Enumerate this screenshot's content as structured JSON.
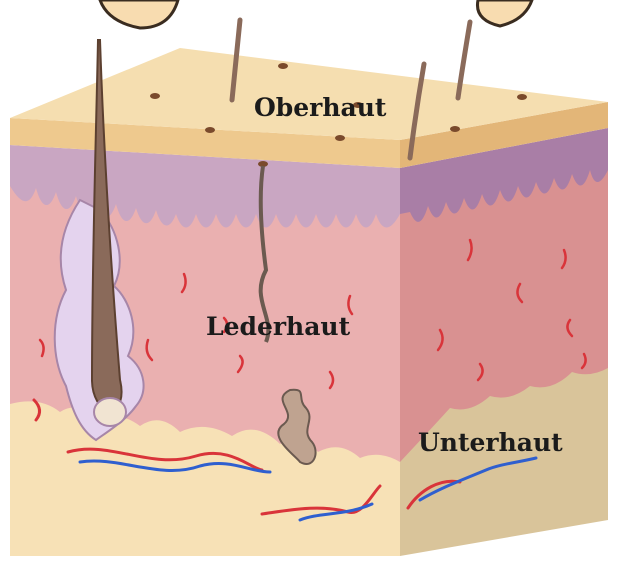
{
  "labels": {
    "epidermis": "Oberhaut",
    "dermis": "Lederhaut",
    "subcutis": "Unterhaut"
  },
  "colors": {
    "epidermis_top": "#f5deb0",
    "epidermis_edge": "#eec98e",
    "basal_layer": "#c9a6c2",
    "dermis": "#eab0b0",
    "dermis_side": "#d99191",
    "subcutis": "#f7e1b6",
    "subcutis_side": "#d9c49a",
    "artery": "#d9343a",
    "vein": "#2f5fcf",
    "hair": "#8a6a5a",
    "gland": "#e4d3ee"
  }
}
